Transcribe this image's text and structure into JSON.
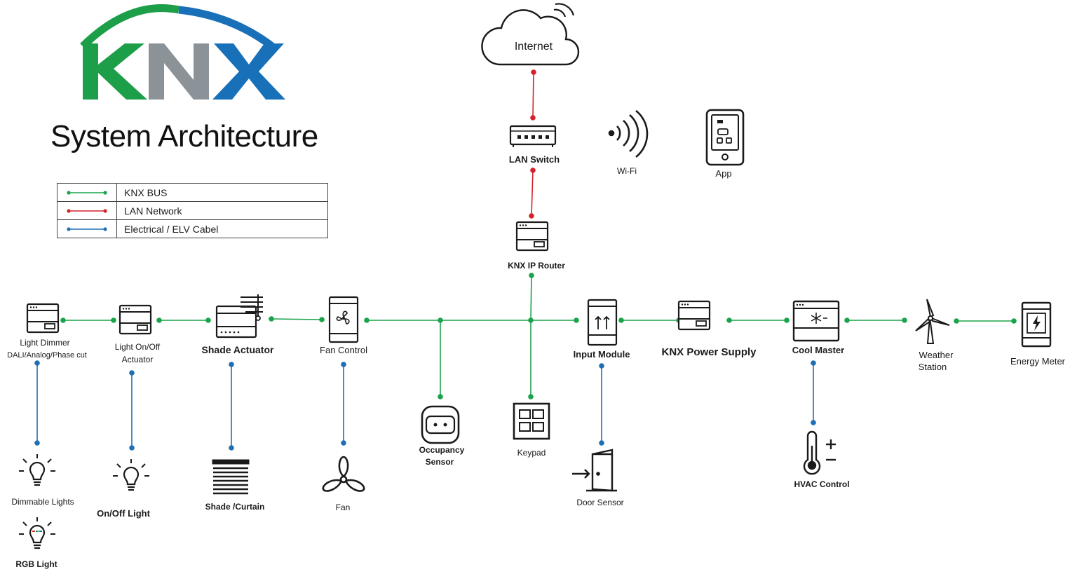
{
  "logo": {
    "text": "KNX",
    "colors": {
      "k": "#1d9e48",
      "n": "#8c9398",
      "x": "#1870b8",
      "arc_green": "#1d9e48",
      "arc_blue": "#1870b8"
    }
  },
  "title": "System Architecture",
  "legend": [
    {
      "label": "KNX BUS",
      "color": "#1aa34a"
    },
    {
      "label": "LAN Network",
      "color": "#d4232b"
    },
    {
      "label": "Electrical / ELV Cabel",
      "color": "#1f6fb5"
    }
  ],
  "nodes": {
    "internet": "Internet",
    "lan_switch": "LAN Switch",
    "wifi": "Wi-Fi",
    "app": "App",
    "ip_router": "KNX IP Router",
    "light_dimmer_1": "Light Dimmer",
    "light_dimmer_2": "DALI/Analog/Phase cut",
    "onoff_actuator_1": "Light On/Off",
    "onoff_actuator_2": "Actuator",
    "shade_actuator": "Shade Actuator",
    "fan_control": "Fan Control",
    "occupancy_1": "Occupancy",
    "occupancy_2": "Sensor",
    "keypad": "Keypad",
    "input_module": "Input Module",
    "power_supply": "KNX Power Supply",
    "cool_master": "Cool Master",
    "weather_1": "Weather",
    "weather_2": "Station",
    "energy_meter": "Energy Meter",
    "dimmable_lights": "Dimmable Lights",
    "rgb_light": "RGB Light",
    "onoff_light": "On/Off Light",
    "shade_curtain": "Shade /Curtain",
    "fan": "Fan",
    "door_sensor": "Door Sensor",
    "hvac_control": "HVAC Control"
  },
  "colors": {
    "bus": "#1aa34a",
    "lan": "#d4232b",
    "elv": "#1f6fb5",
    "icon": "#1a1a1a"
  }
}
